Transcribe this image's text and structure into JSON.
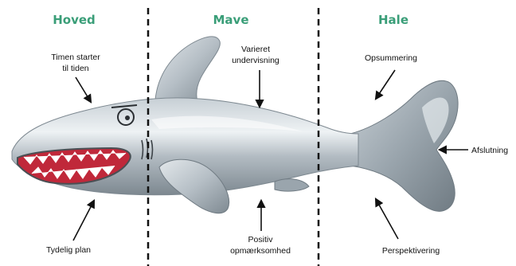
{
  "sections": {
    "head": "Hoved",
    "belly": "Mave",
    "tail": "Hale"
  },
  "labels": {
    "timen_line1": "Timen starter",
    "timen_line2": "til tiden",
    "tydelig_plan": "Tydelig plan",
    "varieret_line1": "Varieret",
    "varieret_line2": "undervisning",
    "positiv_line1": "Positiv",
    "positiv_line2": "opmærksomhed",
    "opsummering": "Opsummering",
    "afslutning": "Afslutning",
    "perspektivering": "Perspektivering"
  },
  "colors": {
    "section_title": "#3a9e78",
    "shark_body": "#a9b3bb",
    "shark_highlight": "#e6ebee",
    "shark_mouth": "#c0283a",
    "divider": "#111111"
  }
}
